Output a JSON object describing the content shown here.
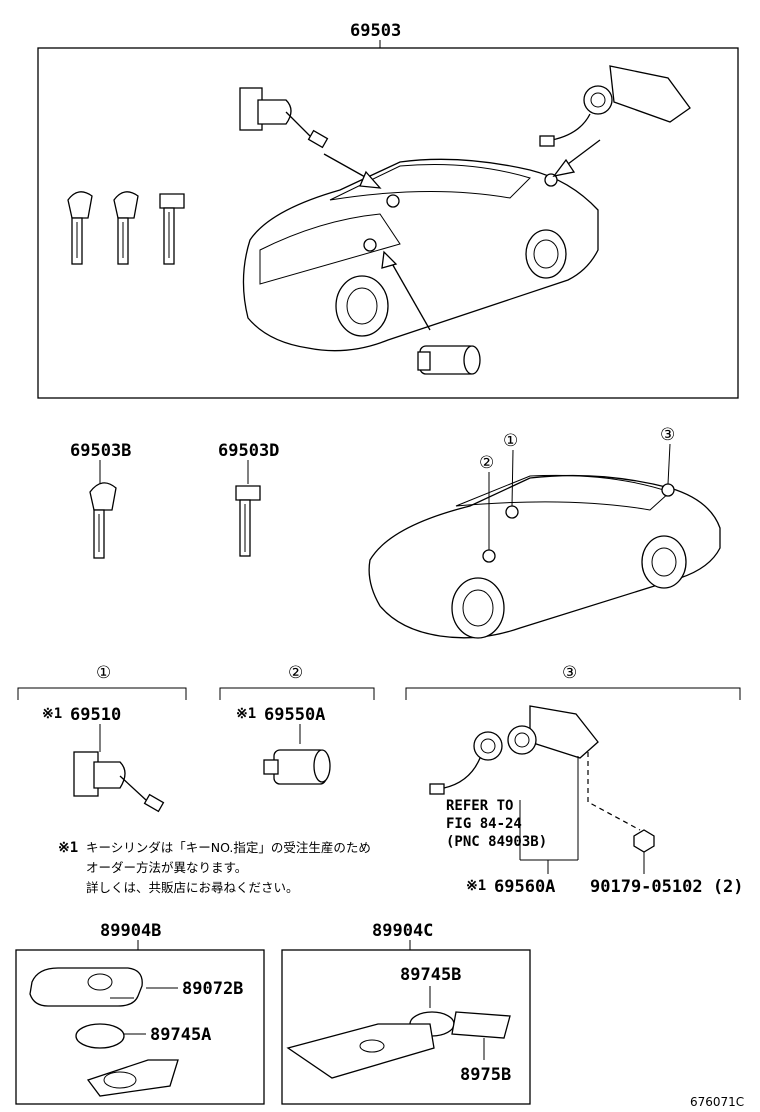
{
  "top_assembly": {
    "part_no": "69503"
  },
  "key_parts": [
    {
      "part_no": "69503B"
    },
    {
      "part_no": "69503D"
    }
  ],
  "callouts": [
    {
      "num": "①"
    },
    {
      "num": "②"
    },
    {
      "num": "③"
    }
  ],
  "groups": [
    {
      "num": "①",
      "mark": "※1",
      "part_no": "69510"
    },
    {
      "num": "②",
      "mark": "※1",
      "part_no": "69550A"
    },
    {
      "num": "③",
      "mark": "※1",
      "part_no": "69560A",
      "bolt_part_no": "90179-05102 (2)",
      "refer": [
        "REFER TO",
        "FIG 84-24",
        "(PNC 84903B)"
      ]
    }
  ],
  "note": {
    "mark": "※1",
    "lines": [
      "キーシリンダは「キーNO.指定」の受注生産のため",
      "オーダー方法が異なります。",
      "詳しくは、共販店にお尋ねください。"
    ]
  },
  "remote_kit_b": {
    "part_no": "89904B",
    "items": [
      "89072B",
      "89745A"
    ]
  },
  "remote_kit_c": {
    "part_no": "89904C",
    "items": [
      "89745B",
      "8975B"
    ]
  },
  "figure_id": "676071C"
}
